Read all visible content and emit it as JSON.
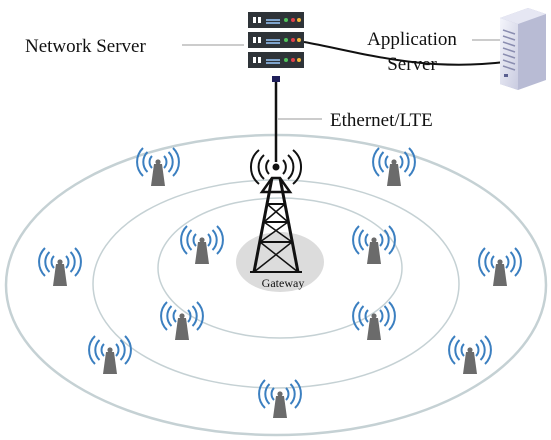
{
  "labels": {
    "network_server": "Network Server",
    "application_server_line1": "Application",
    "application_server_line2": "Server",
    "backhaul": "Ethernet/LTE",
    "gateway": "Gateway"
  },
  "node_count": 11,
  "colors": {
    "wave": "#3b7fc0",
    "node": "#6b6b6b",
    "ring": "#c5d1d4",
    "server_body": "#2e3338",
    "gateway_halo": "#dcdcdc"
  },
  "icons": {
    "network_server": "rack-server-icon",
    "application_server": "tower-server-icon",
    "gateway": "radio-tower-icon",
    "end_device": "wireless-node-icon"
  }
}
